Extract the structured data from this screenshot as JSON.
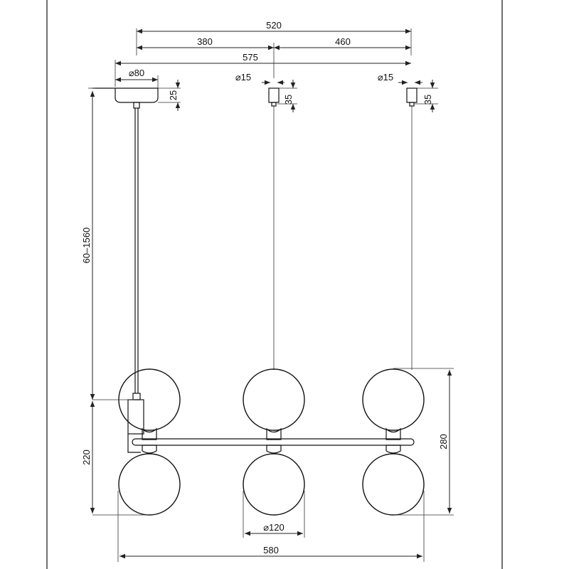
{
  "dimensions": {
    "top_width": "520",
    "left_span": "380",
    "right_span": "460",
    "overall_top": "575",
    "canopy_diameter": "⌀80",
    "canopy_height": "25",
    "cap_diameter_1": "⌀15",
    "cap_height_1": "35",
    "cap_diameter_2": "⌀15",
    "cap_height_2": "35",
    "cable_length": "60–1560",
    "lower_height": "220",
    "body_height": "280",
    "globe_diameter": "⌀120",
    "overall_width": "580"
  },
  "colors": {
    "line": "#222222",
    "background": "#ffffff"
  }
}
